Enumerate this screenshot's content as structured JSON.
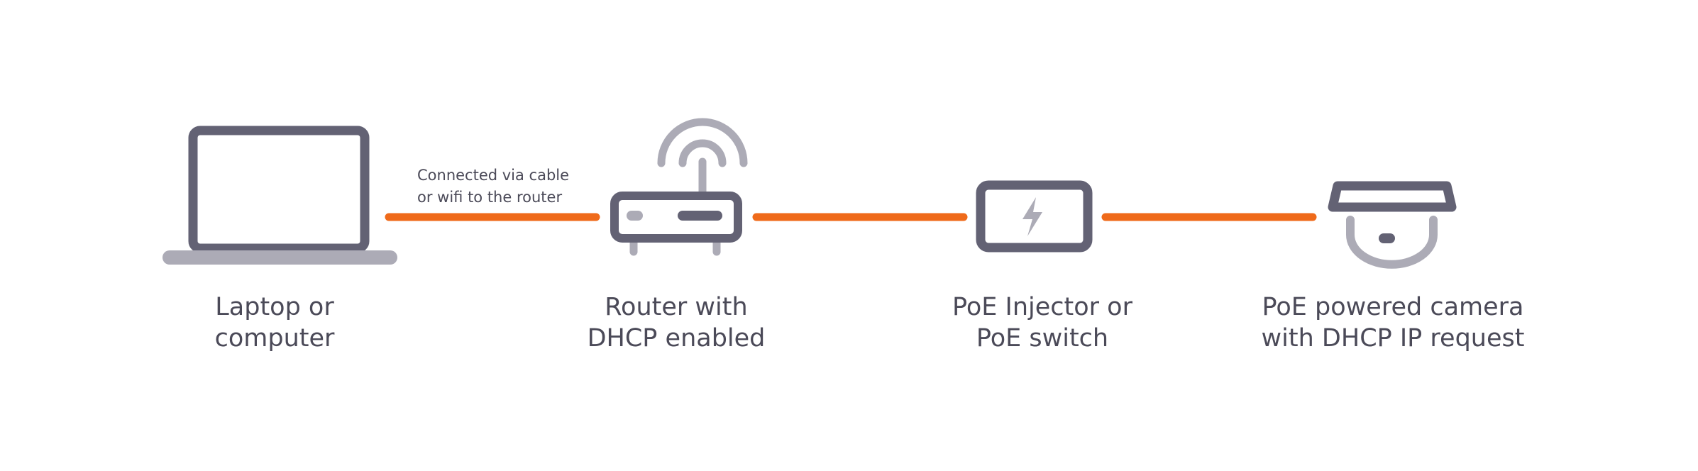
{
  "colors": {
    "device_dark": "#636274",
    "device_light": "#acabb6",
    "link": "#ef6a1a",
    "text": "#4b4a58"
  },
  "nodes": [
    {
      "id": "laptop",
      "icon": "laptop-icon",
      "label_lines": [
        "Laptop or",
        "computer"
      ]
    },
    {
      "id": "router",
      "icon": "router-icon",
      "label_lines": [
        "Router with",
        "DHCP enabled"
      ]
    },
    {
      "id": "poe-injector",
      "icon": "poe-injector-icon",
      "label_lines": [
        "PoE Injector or",
        "PoE switch"
      ]
    },
    {
      "id": "camera",
      "icon": "dome-camera-icon",
      "label_lines": [
        "PoE powered camera",
        "with DHCP IP request"
      ]
    }
  ],
  "connections": [
    {
      "from": "laptop",
      "to": "router",
      "note_lines": [
        "Connected via cable",
        "or wifi to the router"
      ]
    },
    {
      "from": "router",
      "to": "poe-injector",
      "note_lines": []
    },
    {
      "from": "poe-injector",
      "to": "camera",
      "note_lines": []
    }
  ]
}
